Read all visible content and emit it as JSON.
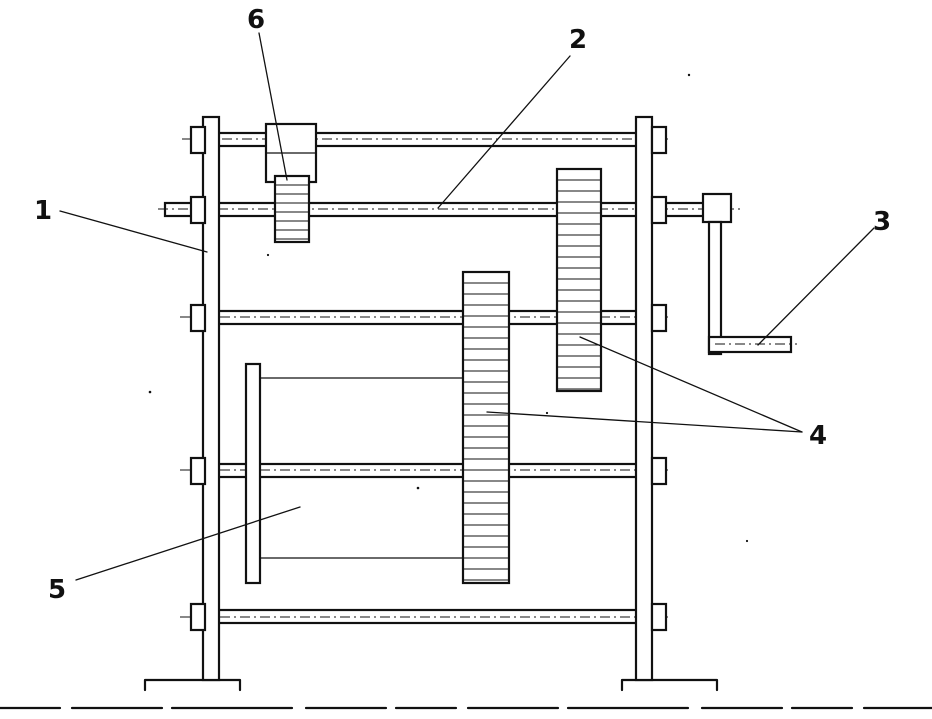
{
  "callouts": [
    {
      "id": "frame",
      "label": "1"
    },
    {
      "id": "shaft",
      "label": "2"
    },
    {
      "id": "crank",
      "label": "3"
    },
    {
      "id": "gears",
      "label": "4"
    },
    {
      "id": "drum",
      "label": "5"
    },
    {
      "id": "pinion",
      "label": "6"
    }
  ]
}
